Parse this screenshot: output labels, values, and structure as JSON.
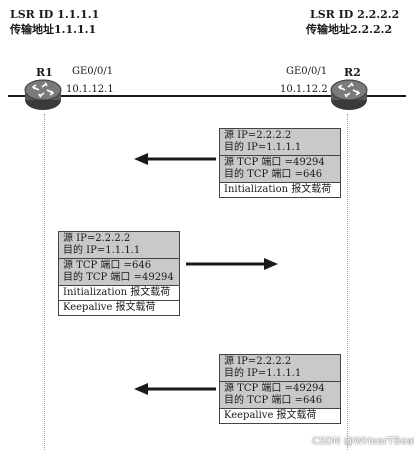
{
  "r1": {
    "lsr_id": "LSR ID 1.1.1.1",
    "transport_addr": "传输地址1.1.1.1",
    "name": "R1",
    "interface": "GE0/0/1",
    "ip": "10.1.12.1"
  },
  "r2": {
    "lsr_id": "LSR ID 2.2.2.2",
    "transport_addr": "传输地址2.2.2.2",
    "name": "R2",
    "interface": "GE0/0/1",
    "ip": "10.1.12.2"
  },
  "packets": [
    {
      "direction": "R2 to R1",
      "src_ip": "源 IP=2.2.2.2",
      "dst_ip": "目的 IP=1.1.1.1",
      "src_port": "源 TCP 端口 =49294",
      "dst_port": "目的 TCP 端口 =646",
      "payloads": [
        "Initialization 报文载荷"
      ]
    },
    {
      "direction": "R1 to R2",
      "src_ip": "源 IP=2.2.2.2",
      "dst_ip": "目的 IP=1.1.1.1",
      "src_port": "源 TCP 端口 =646",
      "dst_port": "目的 TCP 端口 =49294",
      "payloads": [
        "Initialization 报文载荷",
        "Keepalive 报文载荷"
      ]
    },
    {
      "direction": "R2 to R1",
      "src_ip": "源 IP=2.2.2.2",
      "dst_ip": "目的 IP=1.1.1.1",
      "src_port": "源 TCP 端口 =49294",
      "dst_port": "目的 TCP 端口 =646",
      "payloads": [
        "Keepalive 报文载荷"
      ]
    }
  ],
  "watermark": "CSDN @WHearTBeat",
  "colors": {
    "router": "#4a4a4a",
    "shaded": "#c9c9c9",
    "line": "#1a1a1a"
  }
}
